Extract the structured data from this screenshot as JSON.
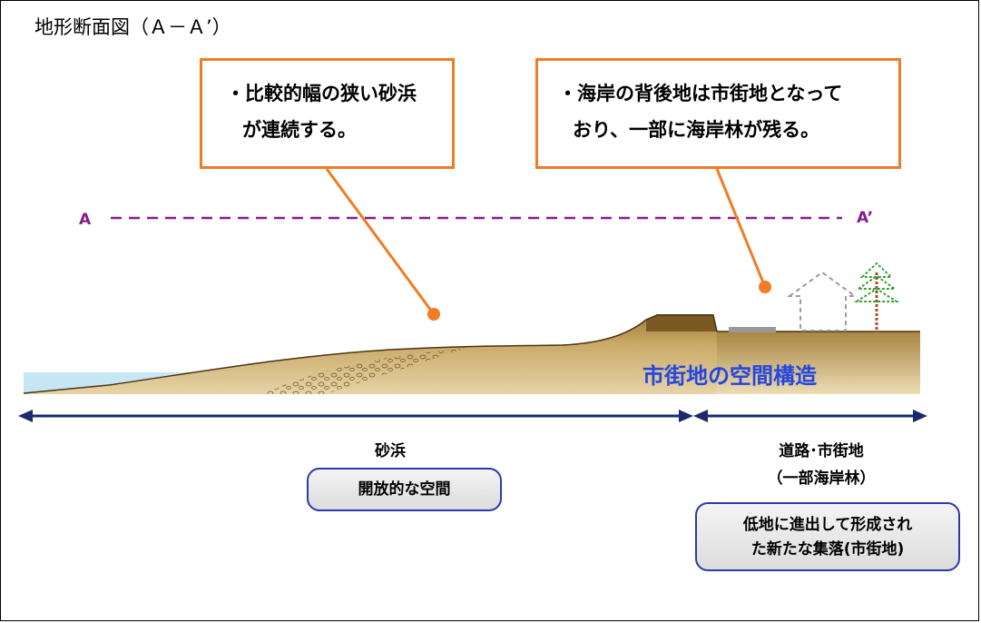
{
  "title": "地形断面図（Ａ－Ａ’）",
  "callouts": {
    "beach": {
      "line1": "・比較的幅の狭い砂浜",
      "line2": "が連続する。"
    },
    "city": {
      "line1": "・海岸の背後地は市街地となって",
      "line2": "おり、一部に海岸林が残る。"
    }
  },
  "section_line": {
    "start": "A",
    "end": "A’"
  },
  "overlay_title": "市街地の空間構造",
  "segments": {
    "beach": {
      "label": "砂浜",
      "description": "開放的な空間"
    },
    "urban": {
      "label": "道路･市街地",
      "sublabel": "（一部海岸林）",
      "description_line1": "低地に進出して形成され",
      "description_line2": "た新たな集落(市街地)"
    }
  },
  "colors": {
    "callout_border": "#f07c24",
    "section_line": "#8b1a8b",
    "arrow": "#1b2a6e",
    "overlay_title": "#2346e0",
    "sand_light": "#d8bd8a",
    "sand_dark": "#8a6a2a",
    "sea": "#c6e6f4"
  }
}
